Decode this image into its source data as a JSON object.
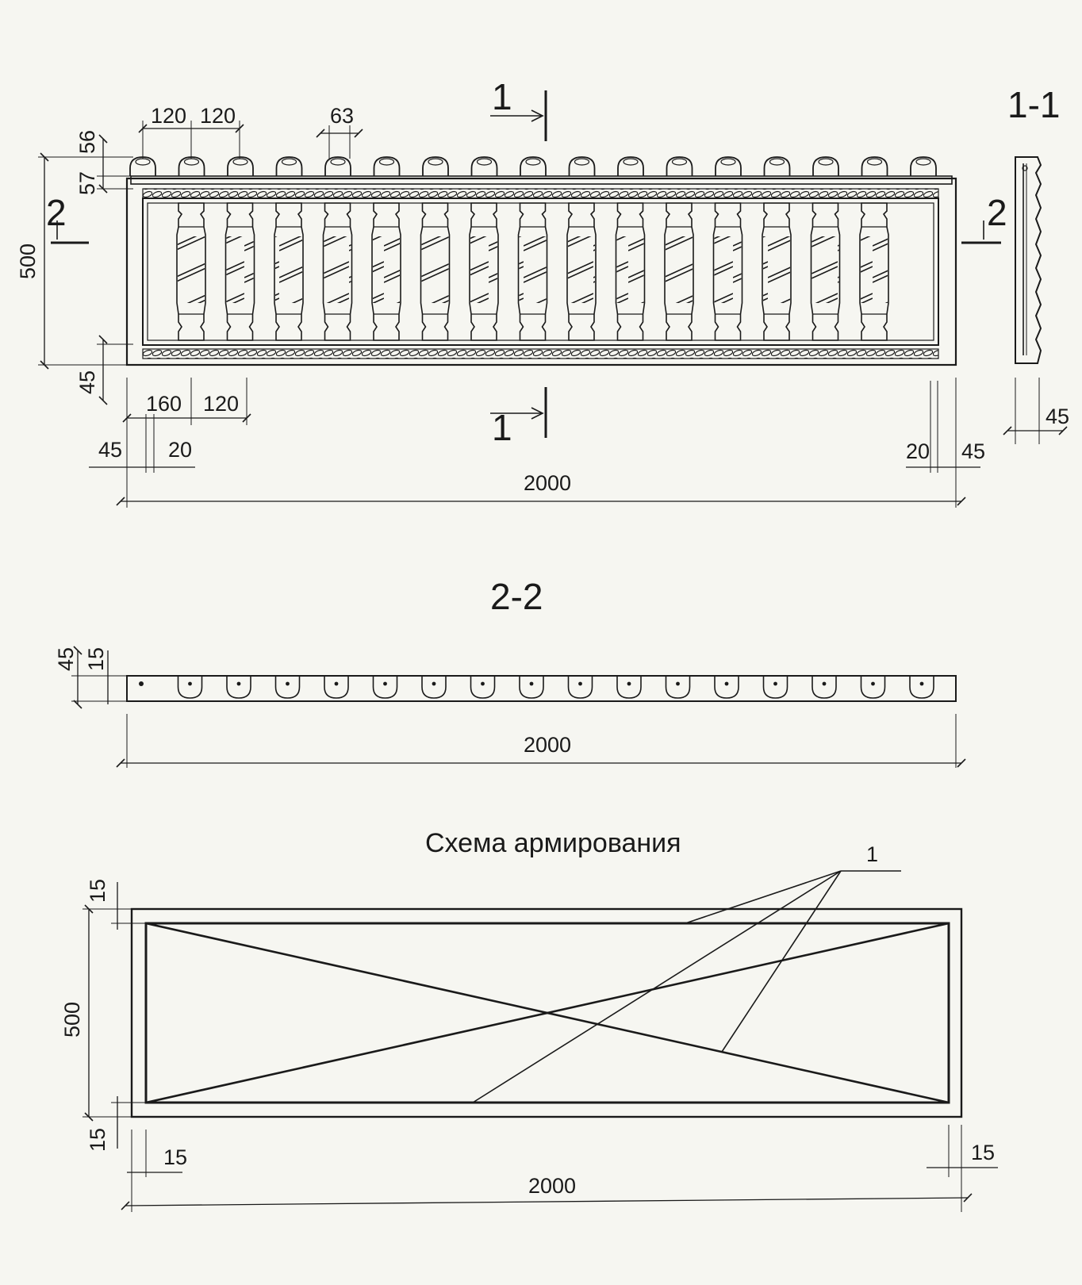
{
  "sections": {
    "elevation": {
      "cut_1_label": "1",
      "cut_2_label": "2",
      "dims": {
        "spacing_a": "120",
        "spacing_b": "120",
        "baluster_width": "63",
        "cap_height": "56",
        "rail_height": "57",
        "total_height": "500",
        "bottom_band": "45",
        "first_offset": "160",
        "pitch": "120",
        "left_margin": "45",
        "left_inset": "20",
        "right_inset": "20",
        "right_margin": "45",
        "total_length": "2000"
      }
    },
    "section_1_1": {
      "title": "1-1",
      "thickness": "45"
    },
    "section_2_2": {
      "title": "2-2",
      "thickness": "45",
      "lip": "15",
      "total_length": "2000"
    },
    "reinforcement": {
      "title": "Схема армирования",
      "callout": "1",
      "height": "500",
      "top_cover": "15",
      "bottom_cover": "15",
      "left_cover": "15",
      "right_cover": "15",
      "total_length": "2000"
    }
  },
  "colors": {
    "ink": "#1a1a1a",
    "paper": "#f6f6f1"
  }
}
